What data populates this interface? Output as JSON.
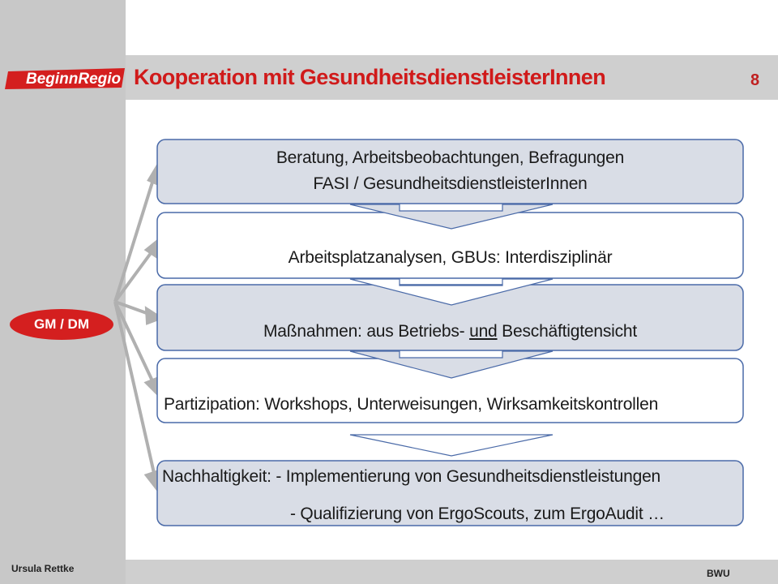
{
  "header": {
    "logo_text": "BeginnRegio",
    "title": "Kooperation mit GesundheitsdienstleisterInnen",
    "page_number": "8"
  },
  "footer": {
    "author": "Ursula Rettke",
    "org": "BWU"
  },
  "badge": {
    "label": "GM / DM"
  },
  "boxes": [
    {
      "line1": "Beratung, Arbeitsbeobachtungen, Befragungen",
      "line2": "FASI / GesundheitsdienstleisterInnen"
    },
    {
      "line1": "Arbeitsplatzanalysen, GBUs: Interdisziplinär"
    },
    {
      "before": "Maßnahmen: aus Betriebs- ",
      "underlined": "und",
      "after": " Beschäftigtensicht"
    },
    {
      "line1": "Partizipation: Workshops, Unterweisungen, Wirksamkeitskontrollen"
    },
    {
      "line1": "Nachhaltigkeit: - Implementierung von Gesundheitsdienstleistungen",
      "line2": "- Qualifizierung von ErgoScouts, zum ErgoAudit …"
    }
  ],
  "colors": {
    "accent_red": "#d41f1f",
    "box_fill": "#d9dde6",
    "box_border": "#4a6aa8",
    "connector_gray": "#b0b0b0"
  }
}
